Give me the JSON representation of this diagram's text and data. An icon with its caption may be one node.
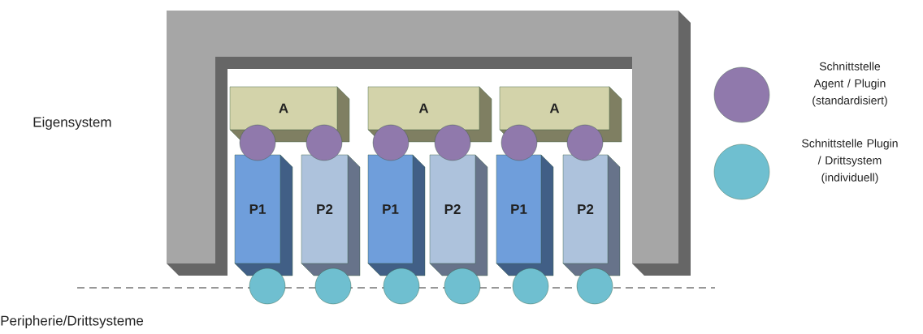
{
  "diagram": {
    "nodes": [
      {
        "text": [
          "A"
        ]
      },
      {
        "text": [
          "A"
        ]
      },
      {
        "text": [
          "A"
        ]
      },
      {
        "text": [],
        "shape": "circle"
      },
      {
        "text": [],
        "shape": "circle"
      },
      {
        "text": [],
        "shape": "circle"
      },
      {
        "text": [],
        "shape": "circle"
      },
      {
        "text": [],
        "shape": "circle"
      },
      {
        "text": [],
        "shape": "circle"
      },
      {
        "text": [
          "P1"
        ]
      },
      {
        "text": [
          "P2"
        ]
      },
      {
        "text": [
          "P1"
        ]
      },
      {
        "text": [
          "P2"
        ]
      },
      {
        "text": [
          "P1"
        ]
      },
      {
        "text": [
          "P2"
        ]
      },
      {
        "text": [],
        "shape": "circle"
      },
      {
        "text": [],
        "shape": "circle"
      },
      {
        "text": [],
        "shape": "circle"
      },
      {
        "text": [],
        "shape": "circle"
      },
      {
        "text": [],
        "shape": "circle"
      },
      {
        "text": [],
        "shape": "circle"
      }
    ],
    "labels": [
      "Eigensystem",
      "Peripherie/Drittsysteme"
    ],
    "legend": [
      {
        "text": "Schnittstelle Agent / Plugin (standardisiert)",
        "color": "#9079ac"
      },
      {
        "text": "Schnittstelle Plugin / Drittsystem (individuell)",
        "color": "#6fbfd0"
      }
    ]
  }
}
